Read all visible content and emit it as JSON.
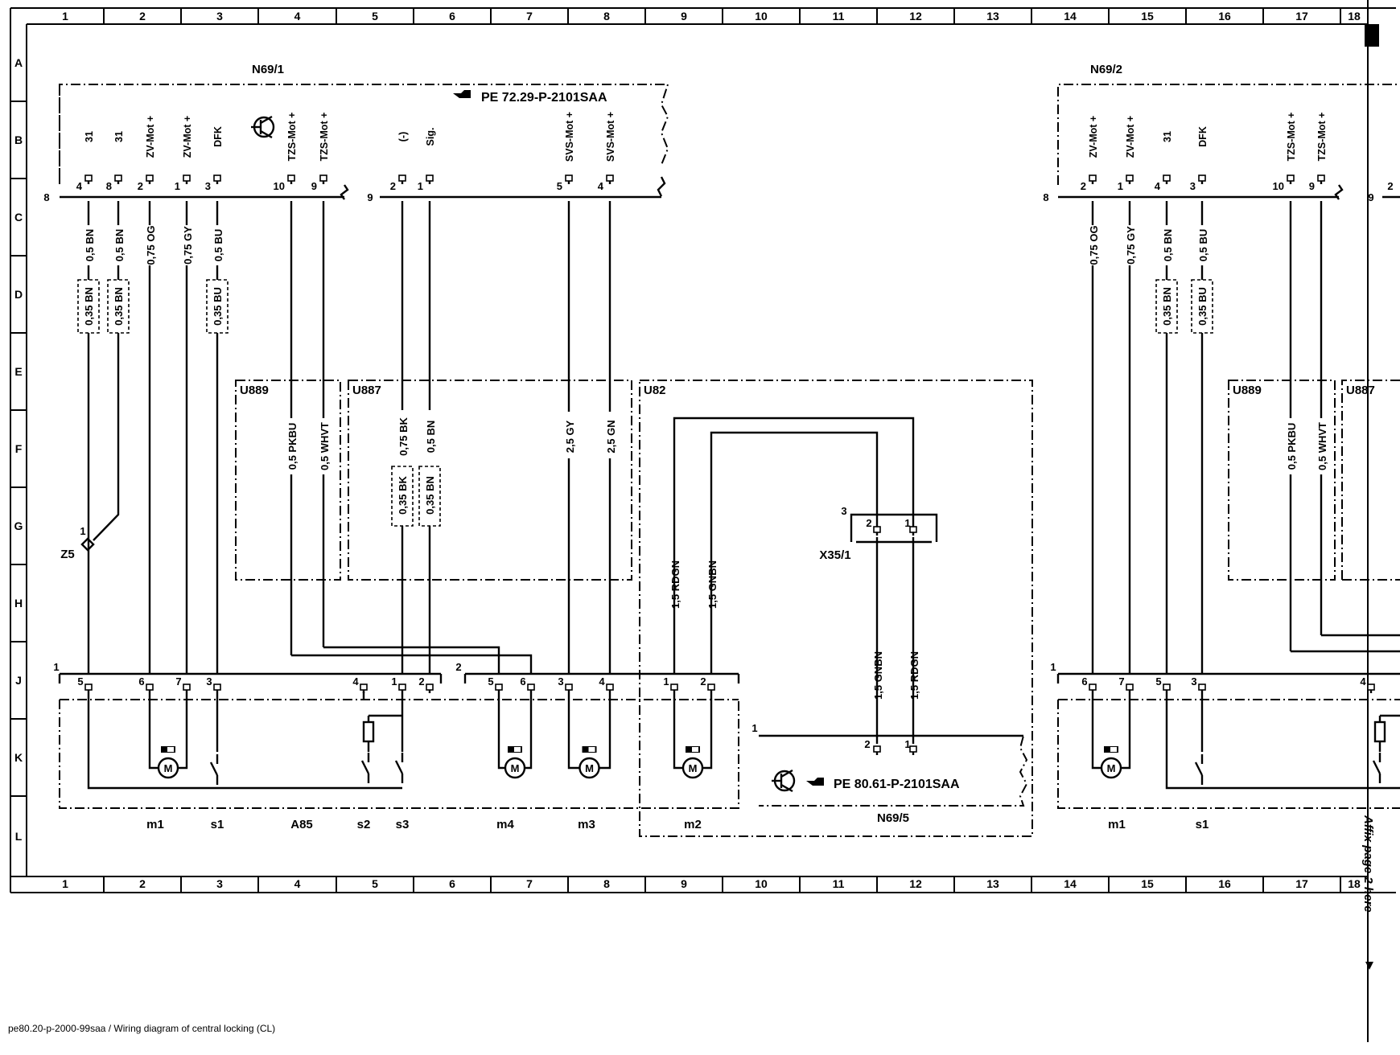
{
  "grid": {
    "columns": [
      "1",
      "2",
      "3",
      "4",
      "5",
      "6",
      "7",
      "8",
      "9",
      "10",
      "11",
      "12",
      "13",
      "14",
      "15",
      "16",
      "17",
      "18"
    ],
    "rows": [
      "A",
      "B",
      "C",
      "D",
      "E",
      "F",
      "G",
      "H",
      "J",
      "K",
      "L"
    ]
  },
  "components": {
    "n69_1": {
      "label": "N69/1",
      "ref": "PE 72.29-P-2101SAA",
      "connector_a": "8",
      "connector_b": "9",
      "pins": [
        {
          "num": "4",
          "sig": "31"
        },
        {
          "num": "8",
          "sig": "31"
        },
        {
          "num": "2",
          "sig": "ZV-Mot +"
        },
        {
          "num": "1",
          "sig": "ZV-Mot +"
        },
        {
          "num": "3",
          "sig": "DFK"
        },
        {
          "num": "10",
          "sig": "TZS-Mot +"
        },
        {
          "num": "9",
          "sig": "TZS-Mot +"
        },
        {
          "num": "2",
          "sig": "(-)"
        },
        {
          "num": "1",
          "sig": "Sig."
        },
        {
          "num": "5",
          "sig": "SVS-Mot +"
        },
        {
          "num": "4",
          "sig": "SVS-Mot +"
        }
      ]
    },
    "n69_2": {
      "label": "N69/2",
      "connector_a": "8",
      "connector_b": "9",
      "connector_b_pin": "2",
      "pins": [
        {
          "num": "2",
          "sig": "ZV-Mot +"
        },
        {
          "num": "1",
          "sig": "ZV-Mot +"
        },
        {
          "num": "4",
          "sig": "31"
        },
        {
          "num": "3",
          "sig": "DFK"
        },
        {
          "num": "10",
          "sig": "TZS-Mot +"
        },
        {
          "num": "9",
          "sig": "TZS-Mot +"
        }
      ]
    },
    "n69_5": {
      "label": "N69/5",
      "ref": "PE 80.61-P-2101SAA",
      "connector": "1",
      "pins": [
        "2",
        "1"
      ]
    },
    "x35_1": {
      "label": "X35/1",
      "connector": "3",
      "pins": [
        "2",
        "1"
      ]
    },
    "z5": {
      "label": "Z5",
      "pin": "1"
    },
    "u_codes": [
      "U889",
      "U887",
      "U82",
      "U889",
      "U887"
    ]
  },
  "wires": {
    "n69_1": [
      "0,5 BN",
      "0,5 BN",
      "0,75 OG",
      "0,75 GY",
      "0,5 BU"
    ],
    "n69_1_alt": [
      "0,35 BN",
      "0,35 BN",
      "0,35 BU"
    ],
    "u889_left": [
      "0,5 PKBU",
      "0,5 WHVT"
    ],
    "u887_left": [
      "0,75 BK",
      "0,5 BN",
      "2,5 GY",
      "2,5 GN"
    ],
    "u887_left_alt": [
      "0,35 BK",
      "0,35 BN"
    ],
    "u82": [
      "1,5 RDGN",
      "1,5 GNBN"
    ],
    "x35_to_n69_5": [
      "1,5 GNBN",
      "1,5 RDGN"
    ],
    "n69_2": [
      "0,75 OG",
      "0,75 GY",
      "0,5 BN",
      "0,5 BU"
    ],
    "n69_2_alt": [
      "0,35 BN",
      "0,35 BU"
    ],
    "u889_right": [
      "0,5 PKBU",
      "0,5 WHVT"
    ]
  },
  "actuator_left": {
    "connector_a": "1",
    "connector_b": "2",
    "pins_a": [
      "5",
      "6",
      "7",
      "3",
      "4",
      "1",
      "2"
    ],
    "pins_b": [
      "5",
      "6",
      "3",
      "4",
      "1",
      "2"
    ],
    "labels": [
      "m1",
      "s1",
      "A85",
      "s2",
      "s3",
      "m4",
      "m3",
      "m2"
    ]
  },
  "actuator_right": {
    "connector": "1",
    "pins": [
      "6",
      "7",
      "5",
      "3",
      "4"
    ],
    "labels": [
      "m1",
      "s1"
    ]
  },
  "motor_symbol": "M",
  "footer": "pe80.20-p-2000-99saa / Wiring diagram of central locking (CL)",
  "affix": "Affix page 2 here",
  "icons": [
    "pointing-hand-icon",
    "transistor-icon",
    "motor-icon",
    "switch-icon",
    "resistor-icon",
    "down-arrow-icon"
  ]
}
